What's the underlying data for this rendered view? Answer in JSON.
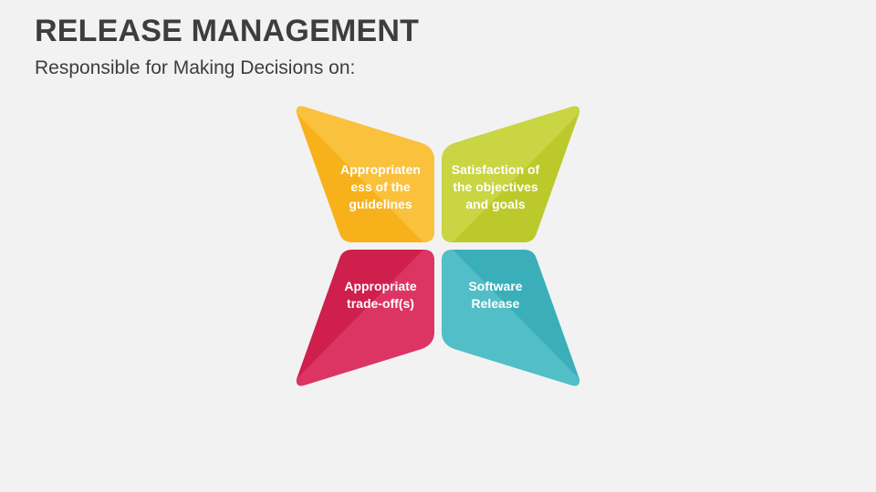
{
  "slide": {
    "title": "RELEASE MANAGEMENT",
    "subtitle": "Responsible for Making Decisions on:"
  },
  "petals": [
    {
      "id": "top-left",
      "lines": [
        "Appropriaten",
        "ess of the",
        "guidelines"
      ],
      "color": "#f7b21b",
      "shade": "#f9c13c"
    },
    {
      "id": "top-right",
      "lines": [
        "Satisfaction of",
        "the objectives",
        "and goals"
      ],
      "color": "#bcc92a",
      "shade": "#c9d542"
    },
    {
      "id": "bottom-left",
      "lines": [
        "Appropriate",
        "trade-off(s)"
      ],
      "color": "#cf1f4d",
      "shade": "#dc3563"
    },
    {
      "id": "bottom-right",
      "lines": [
        "Software",
        "Release"
      ],
      "color": "#3aafba",
      "shade": "#52bec7"
    }
  ]
}
